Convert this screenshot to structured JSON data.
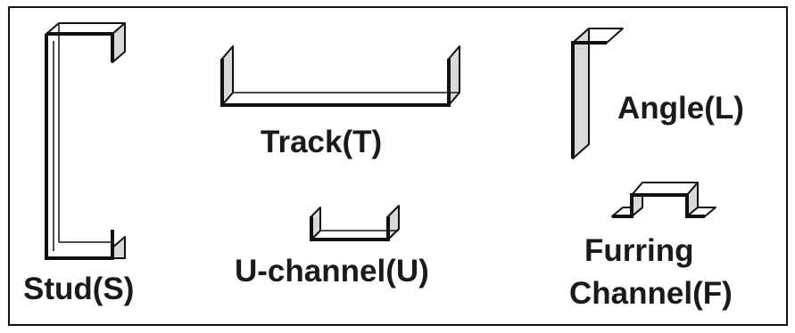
{
  "labels": {
    "stud": "Stud(S)",
    "track": "Track(T)",
    "u_channel": "U-channel(U)",
    "angle": "Angle(L)",
    "furring_line1": "Furring",
    "furring_line2": "Channel(F)"
  },
  "colors": {
    "outline": "#111111",
    "face_light": "#ffffff",
    "face_shade": "#d9d9d9",
    "text": "#1a1a1a"
  }
}
